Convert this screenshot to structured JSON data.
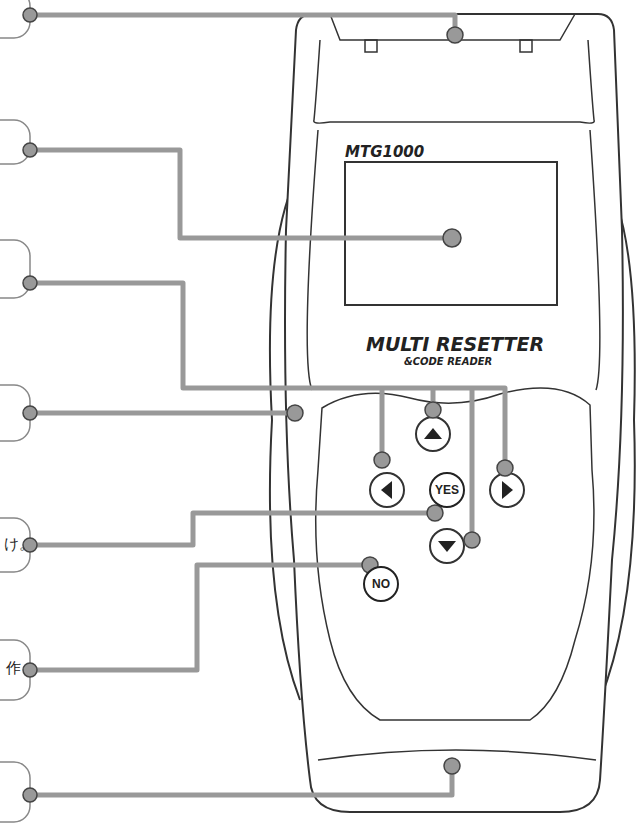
{
  "diagram": {
    "nodes": [
      {
        "text": [
          "YES"
        ]
      },
      {
        "text": [
          "NO"
        ]
      }
    ],
    "labels": [
      "MTG1000",
      "MULTI RESETTER",
      "&CODE READER",
      "け。",
      "作"
    ]
  }
}
